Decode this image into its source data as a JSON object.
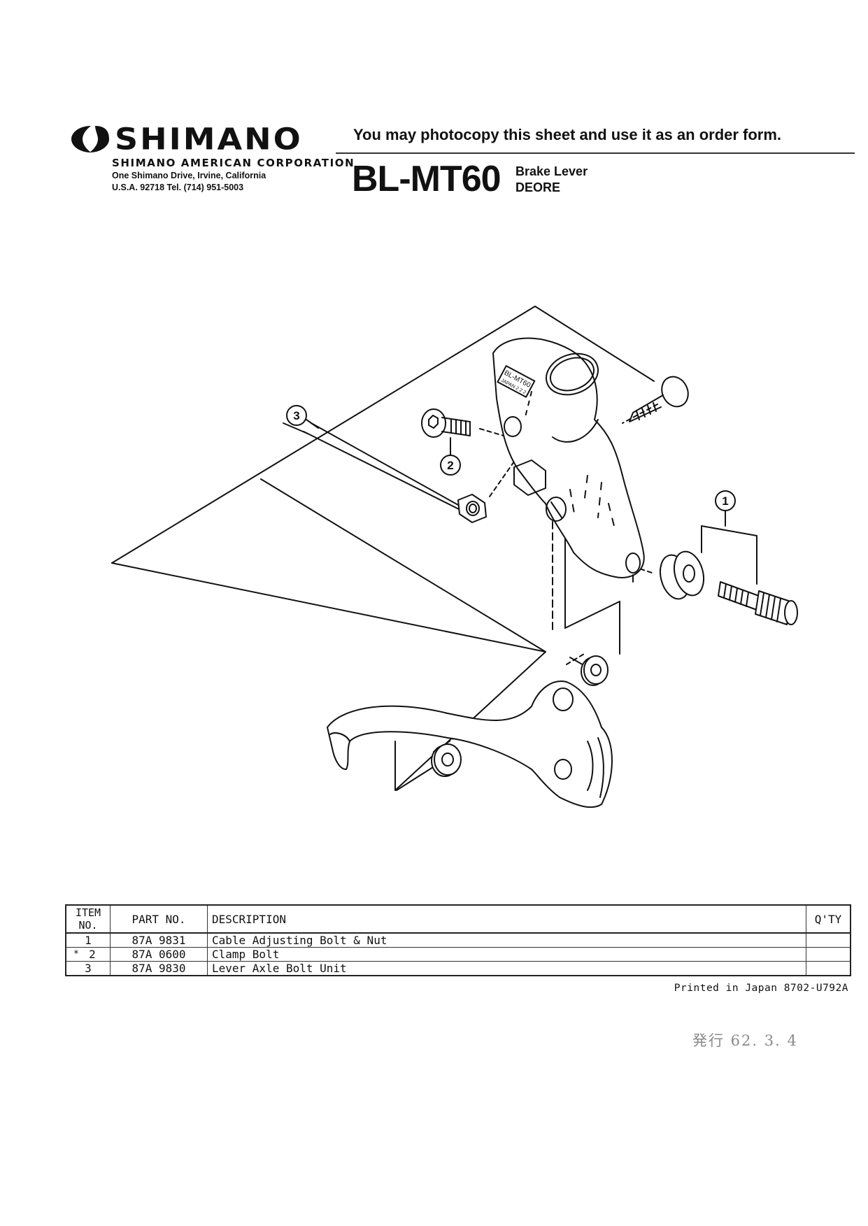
{
  "header": {
    "brand": "SHIMANO",
    "corporation": "SHIMANO AMERICAN CORPORATION",
    "address_line1": "One Shimano Drive, Irvine, California",
    "address_line2": "U.S.A. 92718 Tel. (714) 951-5003",
    "notice": "You may photocopy this sheet and use it as an order form.",
    "model": "BL-MT60",
    "model_type": "Brake Lever",
    "model_series": "DEORE"
  },
  "diagram": {
    "body_marking_line1": "BL-MT60",
    "body_marking_line2": "JAPAN 2 2 2",
    "callouts": [
      "1",
      "2",
      "3"
    ]
  },
  "table": {
    "headers": {
      "item_line1": "ITEM",
      "item_line2": "NO.",
      "part_no": "PART NO.",
      "description": "DESCRIPTION",
      "qty": "Q'TY"
    },
    "rows": [
      {
        "marker": "",
        "item": "1",
        "part_no": "87A 9831",
        "description": "Cable Adjusting Bolt & Nut",
        "qty": ""
      },
      {
        "marker": "*",
        "item": "2",
        "part_no": "87A 0600",
        "description": "Clamp Bolt",
        "qty": ""
      },
      {
        "marker": "",
        "item": "3",
        "part_no": "87A 9830",
        "description": "Lever Axle Bolt Unit",
        "qty": ""
      }
    ]
  },
  "footer": {
    "printed": "Printed in Japan  8702-U792A",
    "stamp": "発行  62. 3.  4"
  }
}
